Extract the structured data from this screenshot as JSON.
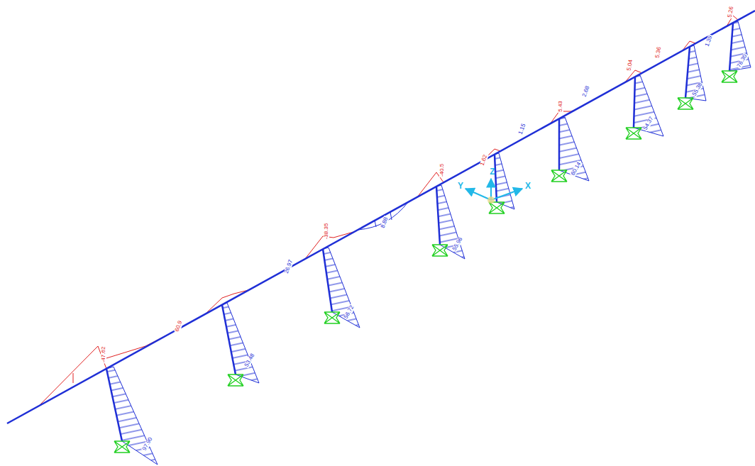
{
  "diagram": {
    "labels": [
      "-47.62",
      "97.90",
      "60.9",
      "53.48",
      "26.97",
      "-38.35",
      "56.72",
      "8.88",
      "-40.5",
      "55.96",
      "1.62",
      "1.15",
      "5.43",
      "60.14",
      "2.68",
      "5.04",
      "5.36",
      "54.37",
      "1.39",
      "55.38",
      "5.26",
      "76.30",
      "X",
      "Y",
      "Z"
    ]
  }
}
